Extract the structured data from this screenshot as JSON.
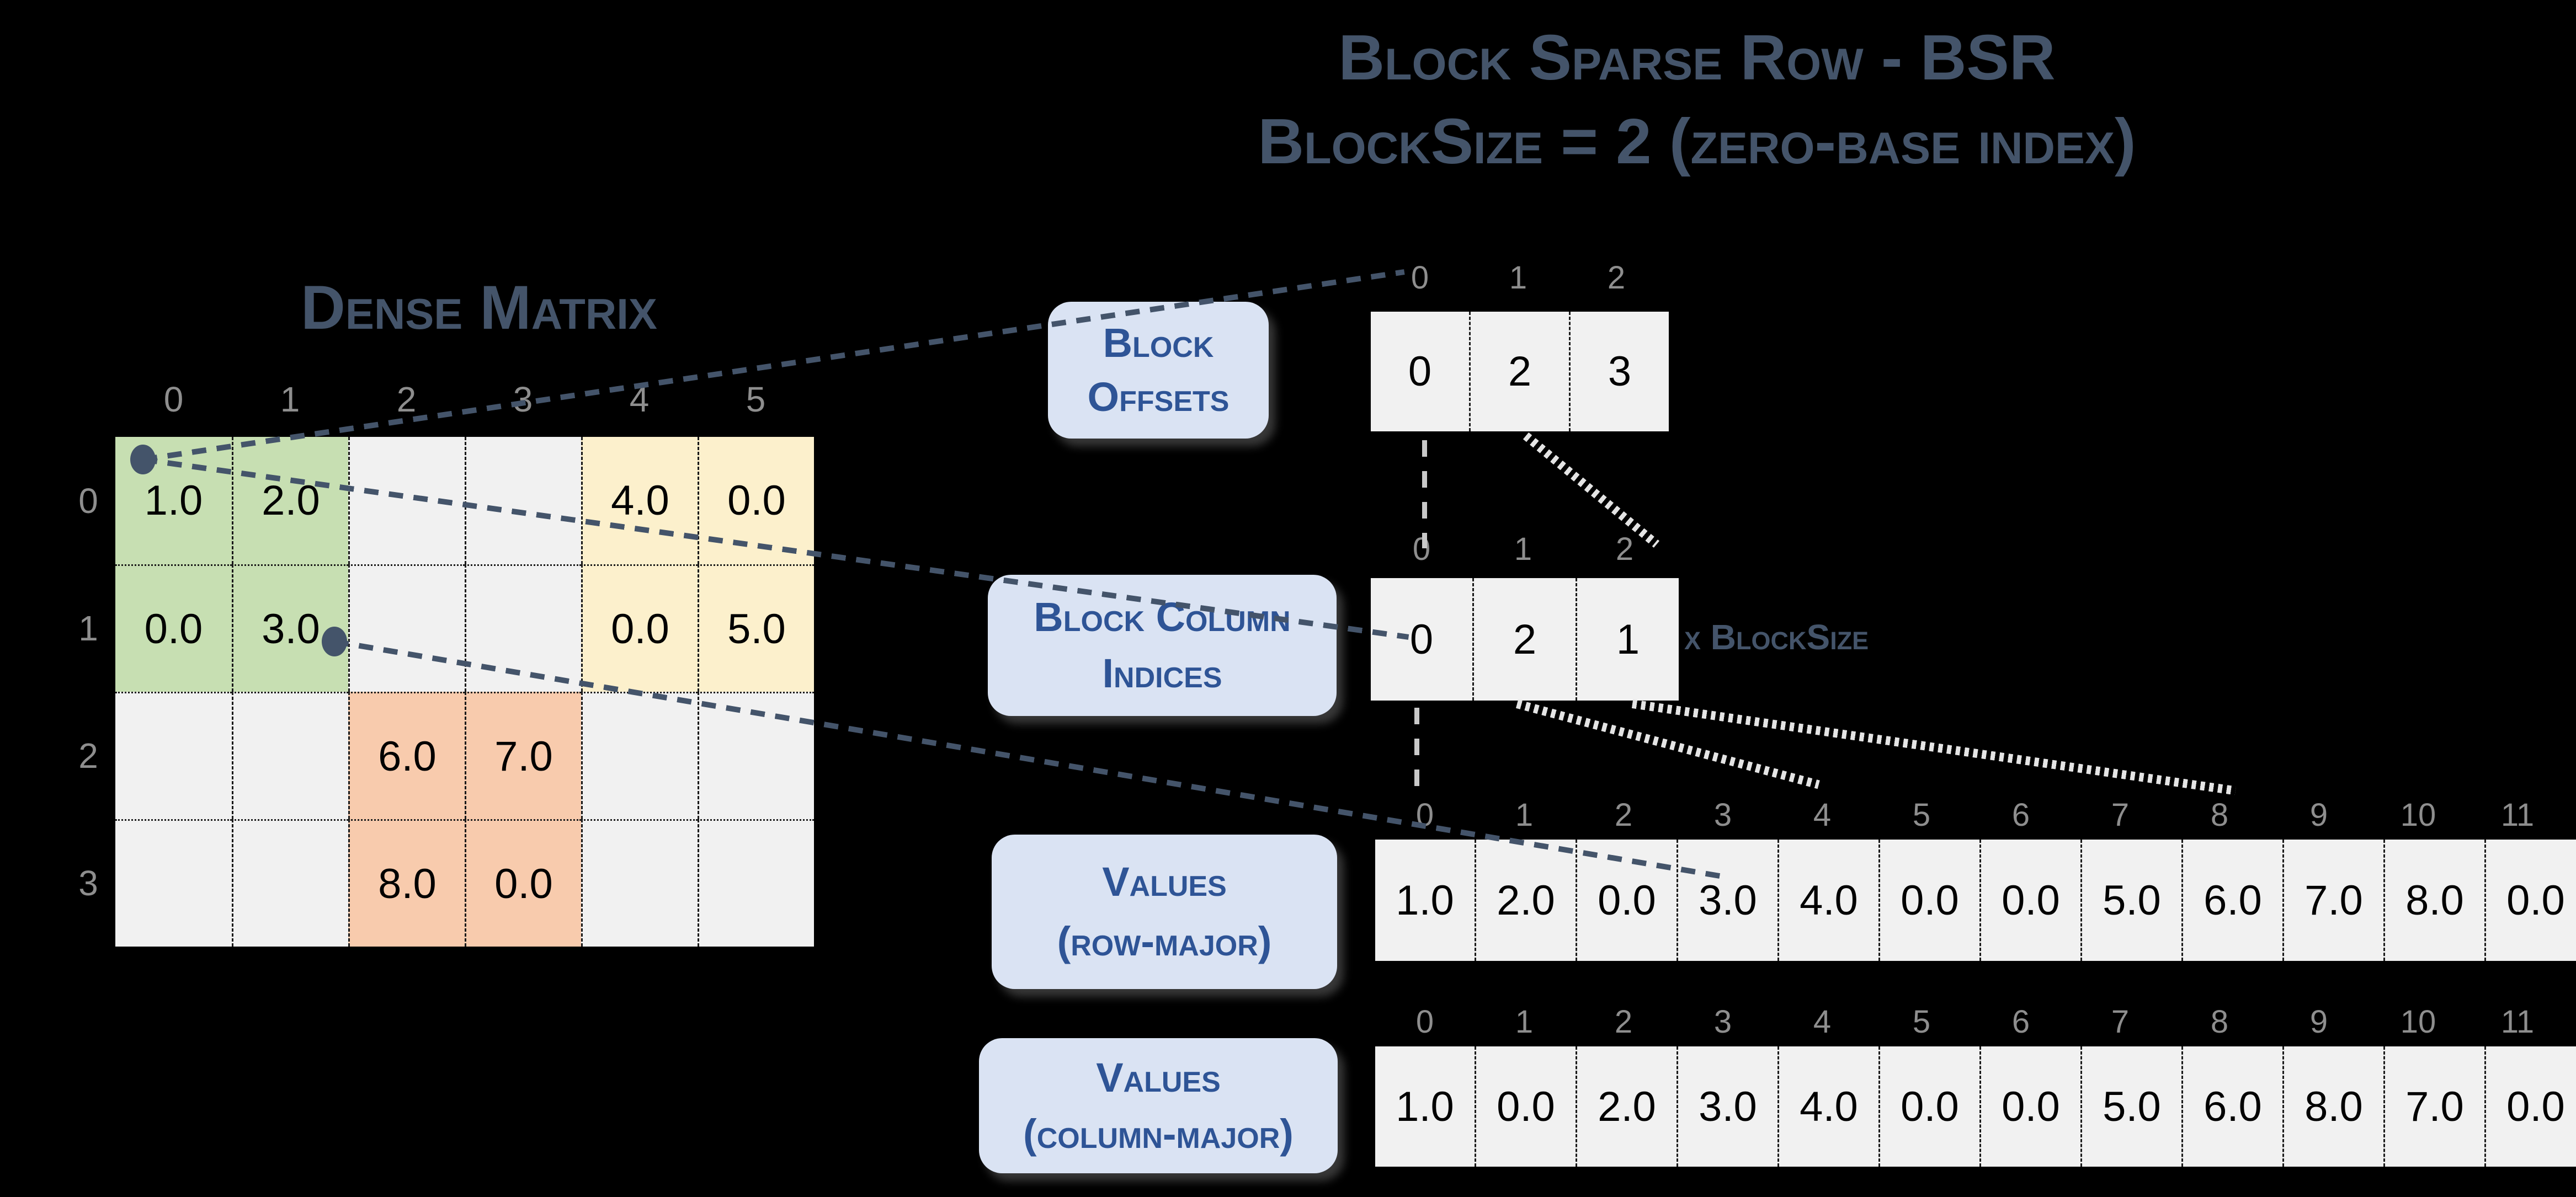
{
  "title": {
    "line1": "Block Sparse Row - BSR",
    "line2": "BlockSize = 2 (zero-base index)"
  },
  "dense_matrix": {
    "label": "Dense Matrix",
    "col_headers": [
      "0",
      "1",
      "2",
      "3",
      "4",
      "5"
    ],
    "row_headers": [
      "0",
      "1",
      "2",
      "3"
    ],
    "cells": [
      [
        "1.0",
        "2.0",
        "",
        "",
        "4.0",
        "0.0"
      ],
      [
        "0.0",
        "3.0",
        "",
        "",
        "0.0",
        "5.0"
      ],
      [
        "",
        "",
        "6.0",
        "7.0",
        "",
        ""
      ],
      [
        "",
        "",
        "8.0",
        "0.0",
        "",
        ""
      ]
    ],
    "cell_colors": [
      [
        "g",
        "g",
        "e",
        "e",
        "y",
        "y"
      ],
      [
        "g",
        "g",
        "e",
        "e",
        "y",
        "y"
      ],
      [
        "e",
        "e",
        "o",
        "o",
        "e",
        "e"
      ],
      [
        "e",
        "e",
        "o",
        "o",
        "e",
        "e"
      ]
    ]
  },
  "block_offsets": {
    "label_line1": "Block",
    "label_line2": "Offsets",
    "indices": [
      "0",
      "1",
      "2"
    ],
    "values": [
      "0",
      "2",
      "3"
    ]
  },
  "block_column_indices": {
    "label_line1": "Block Column",
    "label_line2": "Indices",
    "indices": [
      "0",
      "1",
      "2"
    ],
    "values": [
      "0",
      "2",
      "1"
    ],
    "hatched_cell_index": 2,
    "multiplier_note": "x BlockSize"
  },
  "values_row_major": {
    "label_line1": "Values",
    "label_line2": "(row-major)",
    "indices": [
      "0",
      "1",
      "2",
      "3",
      "4",
      "5",
      "6",
      "7",
      "8",
      "9",
      "10",
      "11"
    ],
    "values": [
      "1.0",
      "2.0",
      "0.0",
      "3.0",
      "4.0",
      "0.0",
      "0.0",
      "5.0",
      "6.0",
      "7.0",
      "8.0",
      "0.0"
    ],
    "cell_colors": [
      "g",
      "g",
      "g",
      "g",
      "y",
      "y",
      "y",
      "y",
      "o",
      "o",
      "o",
      "o"
    ]
  },
  "values_column_major": {
    "label_line1": "Values",
    "label_line2": "(column-major)",
    "indices": [
      "0",
      "1",
      "2",
      "3",
      "4",
      "5",
      "6",
      "7",
      "8",
      "9",
      "10",
      "11"
    ],
    "values": [
      "1.0",
      "0.0",
      "2.0",
      "3.0",
      "4.0",
      "0.0",
      "0.0",
      "5.0",
      "6.0",
      "8.0",
      "7.0",
      "0.0"
    ],
    "cell_colors": [
      "g",
      "g",
      "g",
      "g",
      "y",
      "y",
      "y",
      "y",
      "o",
      "o",
      "o",
      "o"
    ]
  },
  "colors": {
    "background": "#000000",
    "accent_dark_slate": "#44546A",
    "label_box_bg": "#DAE3F3",
    "label_box_text": "#2E5496",
    "block_green": "#C7DFB2",
    "block_yellow": "#FCF0CC",
    "block_orange": "#F8CBAD",
    "empty_cell_gray": "#F1F1F1",
    "index_label_gray": "#8E8E8E"
  }
}
